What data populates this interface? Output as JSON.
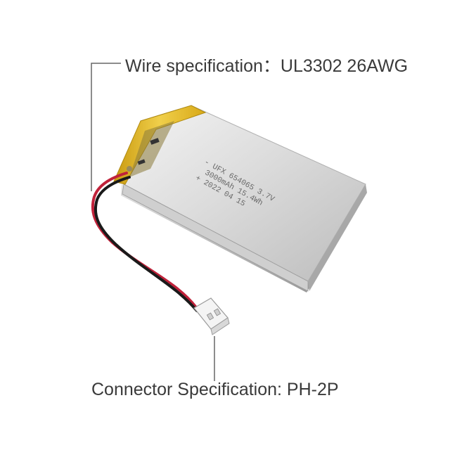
{
  "wire_label": {
    "text": "Wire specification：UL3302  26AWG"
  },
  "connector_label": {
    "text": "Connector Specification:  PH-2P"
  },
  "battery": {
    "print_line_1": "- UFX 654065 3.7V",
    "print_line_2": "3000mAh 15.4Wh",
    "print_line_3": "+ 2022 04 15"
  },
  "colors": {
    "text": "#3a3a3a",
    "leader_line": "#666666",
    "cell_body": "#d4d4d4",
    "tape": "#e8c23a",
    "wire_red": "#c0223a",
    "wire_black": "#1a1a1a",
    "connector": "#f2f2f2"
  }
}
